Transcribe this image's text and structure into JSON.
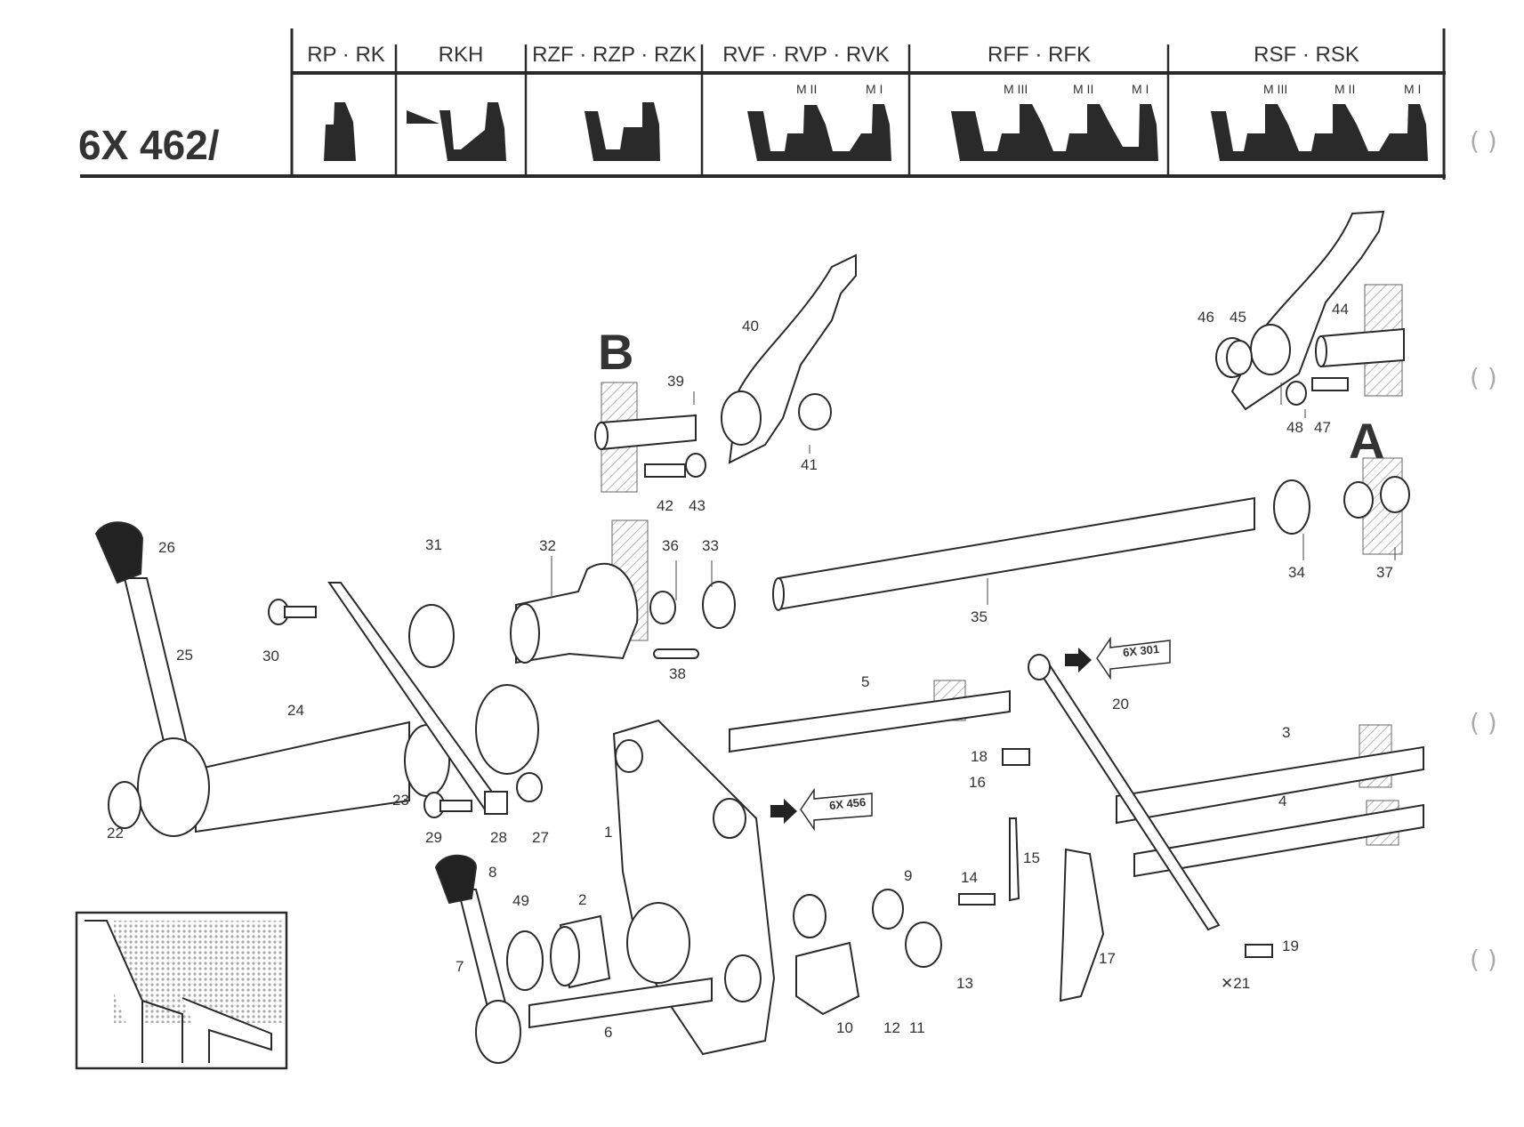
{
  "header": {
    "code": "6X 462/",
    "columns": [
      {
        "label": "RP · RK",
        "modules": []
      },
      {
        "label": "RKH",
        "modules": []
      },
      {
        "label": "RZF · RZP · RZK",
        "modules": []
      },
      {
        "label": "RVF · RVP · RVK",
        "modules": [
          "M II",
          "M I"
        ]
      },
      {
        "label": "RFF · RFK",
        "modules": [
          "M III",
          "M II",
          "M I"
        ]
      },
      {
        "label": "RSF · RSK",
        "modules": [
          "M III",
          "M II",
          "M I"
        ]
      }
    ]
  },
  "views": {
    "A": "A",
    "B": "B"
  },
  "references": [
    {
      "code": "6X 301",
      "icon": "arrow-right-icon"
    },
    {
      "code": "6X 456",
      "icon": "arrow-right-icon"
    }
  ],
  "callouts": [
    "1",
    "2",
    "3",
    "4",
    "5",
    "6",
    "7",
    "8",
    "9",
    "10",
    "11",
    "12",
    "13",
    "14",
    "15",
    "16",
    "17",
    "18",
    "19",
    "20",
    "21",
    "22",
    "23",
    "24",
    "25",
    "26",
    "27",
    "28",
    "29",
    "30",
    "31",
    "32",
    "33",
    "34",
    "35",
    "36",
    "37",
    "38",
    "39",
    "40",
    "41",
    "42",
    "43",
    "44",
    "45",
    "46",
    "47",
    "48",
    "49"
  ],
  "callout_21_prefix": "✕",
  "binder_holes": [
    "( )",
    "( )",
    "( )",
    "( )"
  ],
  "colors": {
    "ink": "#2a2a2a",
    "hatch": "#9a9a9a",
    "paper": "#ffffff"
  }
}
